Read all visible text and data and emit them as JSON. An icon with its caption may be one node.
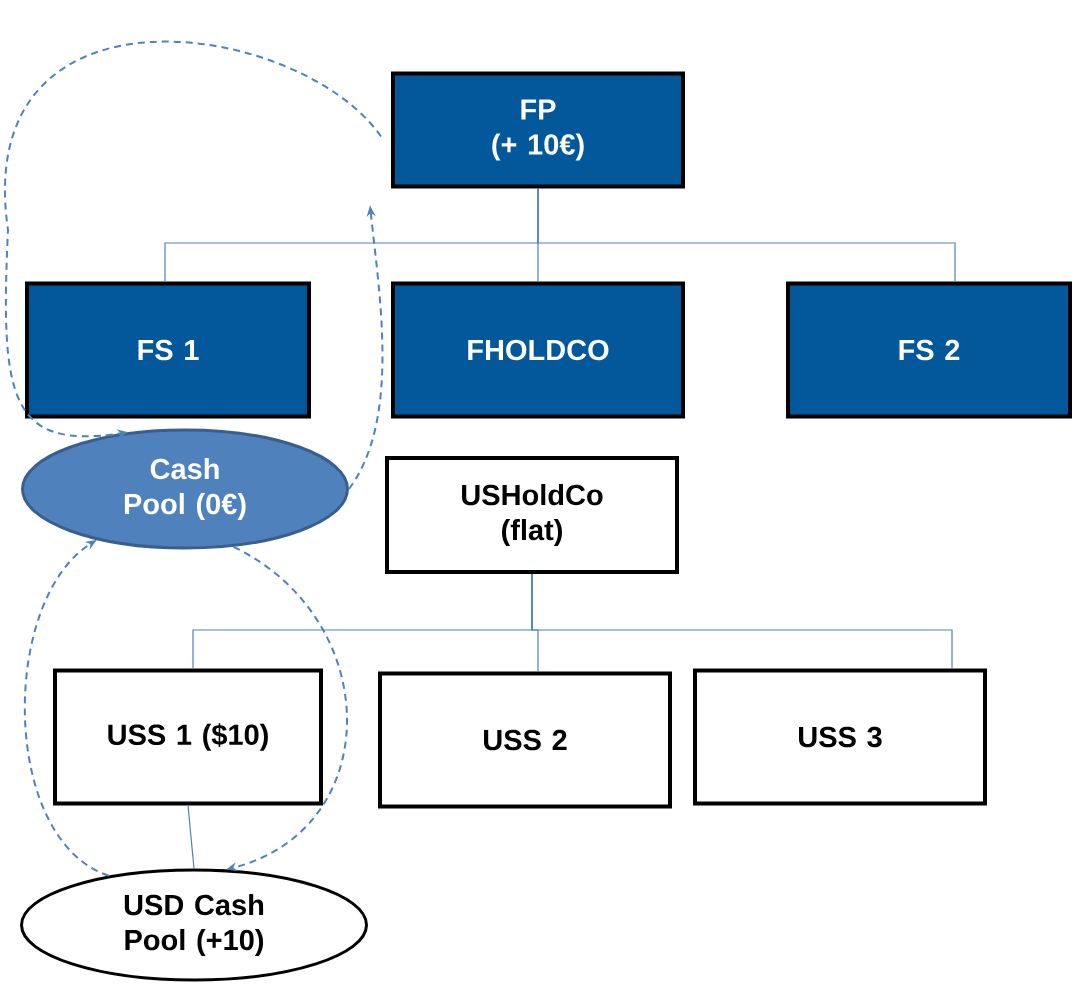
{
  "diagram": {
    "nodes": [
      {
        "text": [
          "FP",
          "(+ 10€)"
        ]
      },
      {
        "text": [
          "FS 1"
        ]
      },
      {
        "text": [
          "FHOLDCO"
        ]
      },
      {
        "text": [
          "FS 2"
        ]
      },
      {
        "text": [
          "Cash Pool (0€)"
        ]
      },
      {
        "text": [
          "USHoldCo (flat)"
        ]
      },
      {
        "text": [
          "USS 1 ($10)"
        ]
      },
      {
        "text": [
          "USS 2"
        ]
      },
      {
        "text": [
          "USS 3"
        ]
      },
      {
        "text": [
          "USD Cash Pool (+10)"
        ]
      }
    ],
    "edges": [
      {
        "from": 0,
        "to": 1,
        "arrow": "none"
      },
      {
        "from": 0,
        "to": 2,
        "arrow": "none"
      },
      {
        "from": 0,
        "to": 3,
        "arrow": "none"
      },
      {
        "from": 5,
        "to": 6,
        "arrow": "none"
      },
      {
        "from": 5,
        "to": 7,
        "arrow": "none"
      },
      {
        "from": 5,
        "to": 8,
        "arrow": "none"
      },
      {
        "from": 6,
        "to": 9,
        "arrow": "none"
      },
      {
        "from": 0,
        "to": 4,
        "arrow": "to",
        "style": "dashed"
      },
      {
        "from": 4,
        "to": 0,
        "arrow": "to",
        "style": "dashed"
      },
      {
        "from": 4,
        "to": 9,
        "arrow": "to",
        "style": "dashed"
      },
      {
        "from": 9,
        "to": 4,
        "arrow": "to",
        "style": "dashed"
      }
    ]
  }
}
